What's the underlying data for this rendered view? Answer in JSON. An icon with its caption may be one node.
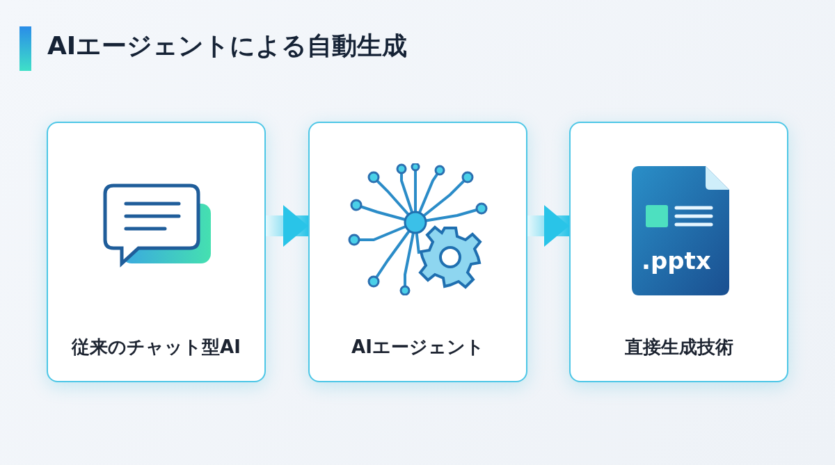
{
  "diagram": {
    "title": "AIエージェントによる自動生成",
    "nodes": [
      {
        "text": [
          "従来のチャット型AI"
        ]
      },
      {
        "text": [
          "AIエージェント"
        ]
      },
      {
        "text": [
          "直接生成技術"
        ]
      }
    ],
    "edges": [
      {
        "from": 0,
        "to": 1,
        "arrow": "to"
      },
      {
        "from": 1,
        "to": 2,
        "arrow": "to"
      }
    ],
    "labels": [
      ".pptx"
    ]
  }
}
